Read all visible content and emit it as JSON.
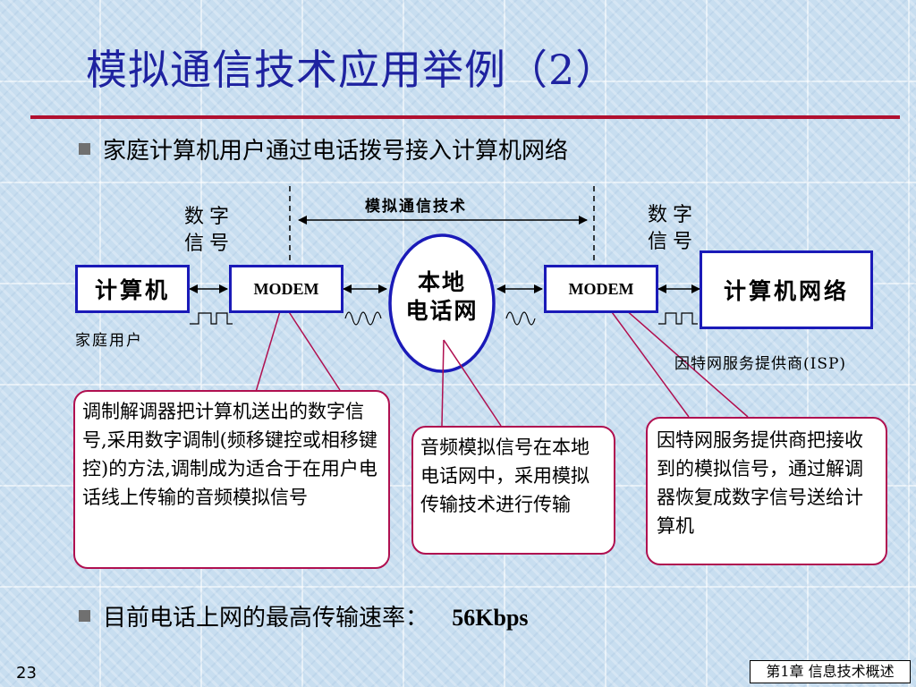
{
  "title": "模拟通信技术应用举例（2）",
  "bullets": [
    "家庭计算机用户通过电话拨号接入计算机网络",
    "目前电话上网的最高传输速率：",
    "56Kbps"
  ],
  "diagram": {
    "analog_label": "模拟通信技术",
    "digital_label_left": [
      "数字",
      "信号"
    ],
    "digital_label_right": [
      "数字",
      "信号"
    ],
    "computer": "计算机",
    "modem_left": "MODEM",
    "local_network": [
      "本地",
      "电话网"
    ],
    "modem_right": "MODEM",
    "network": "计算机网络",
    "home_user": "家庭用户",
    "isp": "因特网服务提供商(ISP)"
  },
  "callouts": {
    "left": "调制解调器把计算机送出的数字信号,采用数字调制(频移键控或相移键控)的方法,调制成为适合于在用户电话线上传输的音频模拟信号",
    "middle": "音频模拟信号在本地电话网中，采用模拟传输技术进行传输",
    "right": "因特网服务提供商把接收到的模拟信号，通过解调器恢复成数字信号送给计算机"
  },
  "colors": {
    "title": "#1e22a0",
    "rule": "#b01030",
    "box_border": "#1a1ab8",
    "callout_border": "#b01050"
  },
  "footer": {
    "slide_number": "23",
    "chapter": "第1章 信息技术概述"
  }
}
